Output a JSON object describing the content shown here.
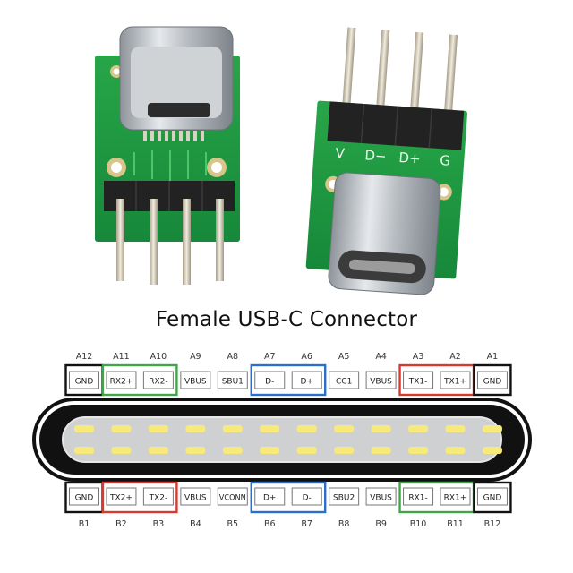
{
  "title": "Female USB-C Connector",
  "photo": {
    "right_board_silkscreen": [
      "V",
      "D−",
      "D+",
      "G"
    ]
  },
  "colors": {
    "red": "#d93a30",
    "green": "#3fa64a",
    "blue": "#2a6fc9",
    "black": "#111111",
    "pcb": "#1f9a3e"
  },
  "top_row": {
    "numbers": [
      "A12",
      "A11",
      "A10",
      "A9",
      "A8",
      "A7",
      "A6",
      "A5",
      "A4",
      "A3",
      "A2",
      "A1"
    ],
    "labels": [
      "GND",
      "RX2+",
      "RX2-",
      "VBUS",
      "SBU1",
      "D-",
      "D+",
      "CC1",
      "VBUS",
      "TX1-",
      "TX1+",
      "GND"
    ]
  },
  "bottom_row": {
    "numbers": [
      "B1",
      "B2",
      "B3",
      "B4",
      "B5",
      "B6",
      "B7",
      "B8",
      "B9",
      "B10",
      "B11",
      "B12"
    ],
    "labels": [
      "GND",
      "TX2+",
      "TX2-",
      "VBUS",
      "VCONN",
      "D+",
      "D-",
      "SBU2",
      "VBUS",
      "RX1-",
      "RX1+",
      "GND"
    ]
  },
  "top_groups": [
    {
      "pins": [
        0,
        0
      ],
      "color": "black"
    },
    {
      "pins": [
        1,
        2
      ],
      "color": "green"
    },
    {
      "pins": [
        5,
        6
      ],
      "color": "blue"
    },
    {
      "pins": [
        9,
        10
      ],
      "color": "red"
    },
    {
      "pins": [
        11,
        11
      ],
      "color": "black"
    }
  ],
  "bottom_groups": [
    {
      "pins": [
        0,
        0
      ],
      "color": "black"
    },
    {
      "pins": [
        1,
        2
      ],
      "color": "red"
    },
    {
      "pins": [
        5,
        6
      ],
      "color": "blue"
    },
    {
      "pins": [
        9,
        10
      ],
      "color": "green"
    },
    {
      "pins": [
        11,
        11
      ],
      "color": "black"
    }
  ]
}
